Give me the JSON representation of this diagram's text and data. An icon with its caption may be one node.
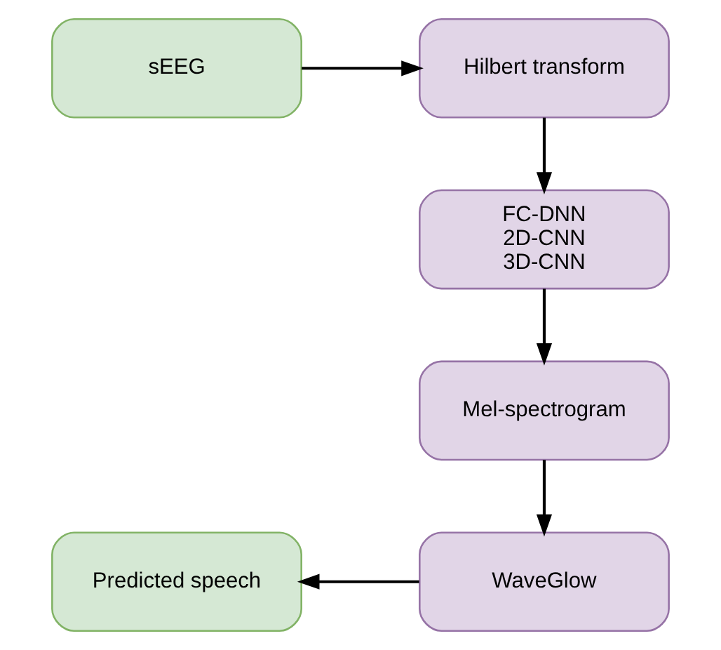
{
  "diagram": {
    "nodes": [
      {
        "text": [
          "sEEG"
        ]
      },
      {
        "text": [
          "Hilbert transform"
        ]
      },
      {
        "text": [
          "FC-DNN",
          "2D-CNN",
          "3D-CNN"
        ]
      },
      {
        "text": [
          "Mel-spectrogram"
        ]
      },
      {
        "text": [
          "Predicted speech"
        ]
      },
      {
        "text": [
          "WaveGlow"
        ]
      }
    ],
    "edges": [
      {
        "from": 0,
        "to": 1,
        "arrow": "to"
      },
      {
        "from": 1,
        "to": 2,
        "arrow": "to"
      },
      {
        "from": 2,
        "to": 3,
        "arrow": "to"
      },
      {
        "from": 3,
        "to": 5,
        "arrow": "to"
      },
      {
        "from": 5,
        "to": 4,
        "arrow": "to"
      }
    ]
  }
}
